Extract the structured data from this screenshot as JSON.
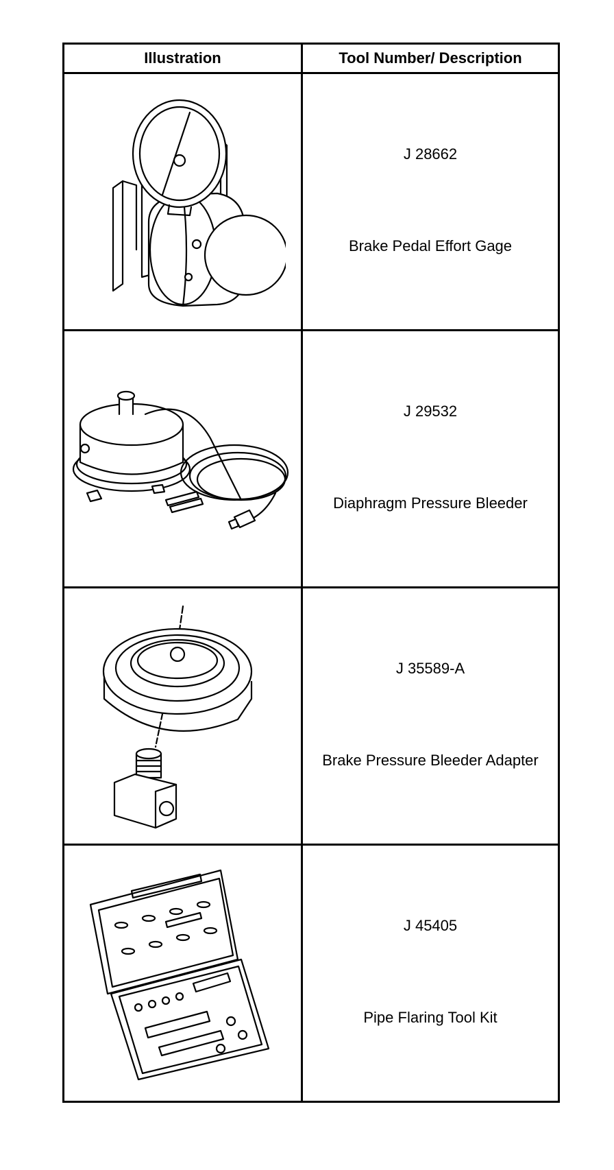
{
  "table": {
    "headers": {
      "illustration": "Illustration",
      "tool": "Tool Number/ Description"
    },
    "rows": [
      {
        "number": "J 28662",
        "description": "Brake Pedal Effort Gage",
        "icon": "pressure-gauge-illustration"
      },
      {
        "number": "J 29532",
        "description": "Diaphragm Pressure Bleeder",
        "icon": "pressure-bleeder-illustration"
      },
      {
        "number": "J 35589-A",
        "description": "Brake Pressure Bleeder Adapter",
        "icon": "bleeder-adapter-illustration"
      },
      {
        "number": "J 45405",
        "description": "Pipe Flaring Tool Kit",
        "icon": "flaring-kit-illustration"
      }
    ]
  }
}
